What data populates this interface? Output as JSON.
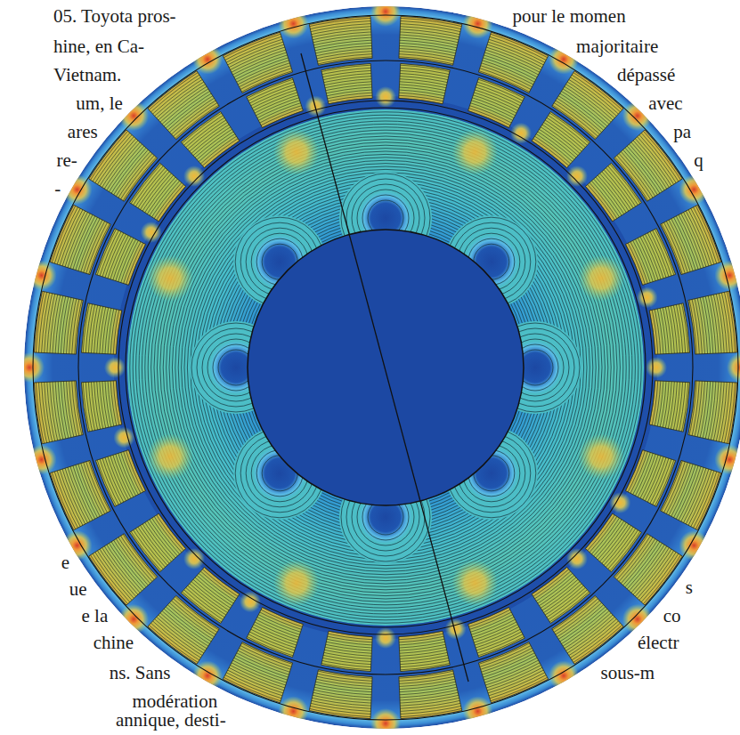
{
  "diagram": {
    "labels": [
      "05. Toyota pros-",
      "hine, en Ca-",
      "Vietnam.",
      "um, le",
      "ares",
      "re-",
      "-",
      "pour le momen",
      "majoritaire",
      "dépassé",
      "avec",
      "pa",
      "q",
      "e",
      "ue",
      "e la",
      "chine",
      "ns. Sans",
      "modération",
      "annique, desti-",
      "s",
      "co",
      "électr",
      "sous-m"
    ]
  }
}
